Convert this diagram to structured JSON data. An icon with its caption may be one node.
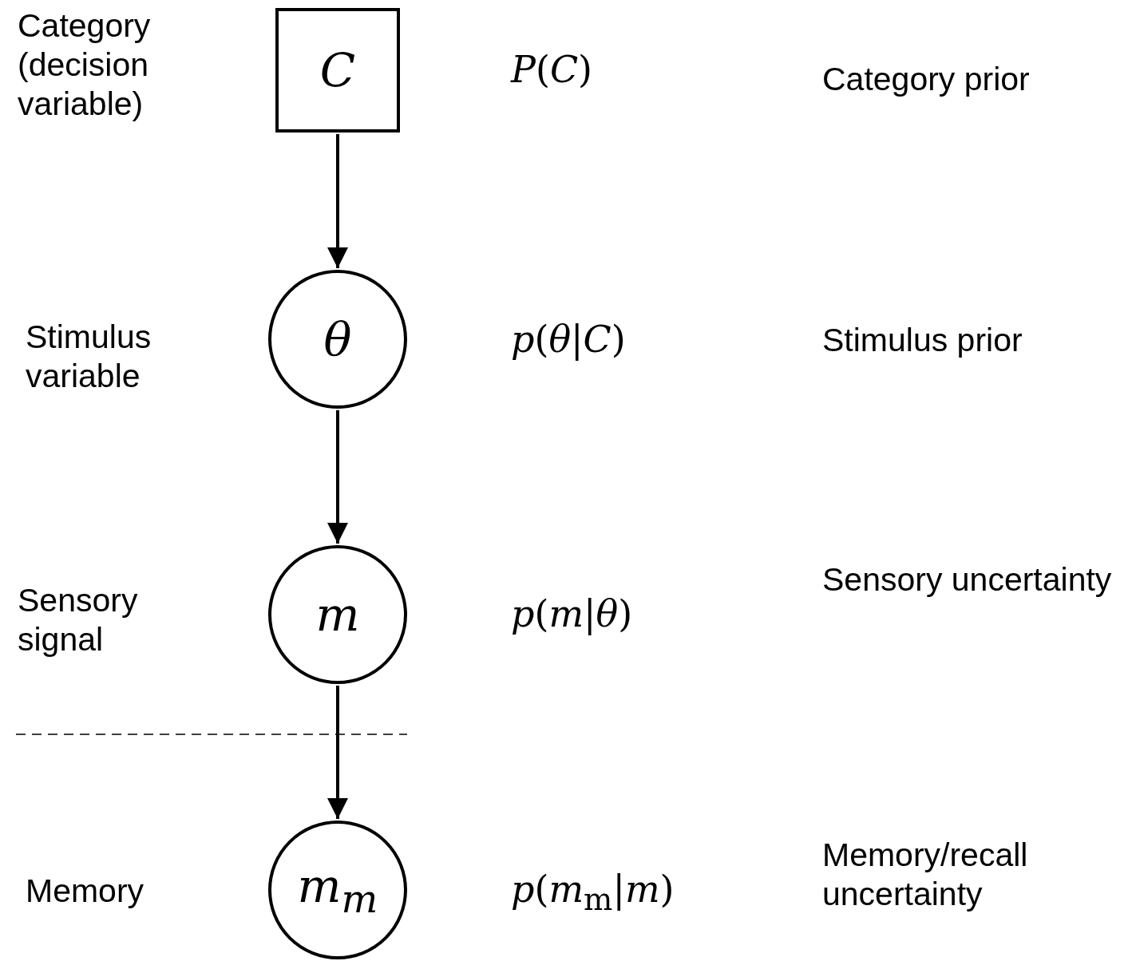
{
  "diagram": {
    "nodes": [
      {
        "text": [
          "C"
        ]
      },
      {
        "text": [
          "θ"
        ]
      },
      {
        "text": [
          "m"
        ]
      },
      {
        "text": [
          "m$_{m}$"
        ]
      }
    ],
    "edges": [
      {
        "from": 0,
        "to": 1,
        "arrow": "to"
      },
      {
        "from": 1,
        "to": 2,
        "arrow": "to"
      },
      {
        "from": 2,
        "to": 3,
        "arrow": "to"
      }
    ],
    "labels": [
      "Category (decision variable)",
      "*P*(*C*)",
      "Category prior",
      "Stimulus variable",
      "*p*(*θ*|*C*)",
      "Stimulus prior",
      "Sensory signal",
      "*p*(*m*|*θ*)",
      "Sensory uncertainty",
      "Memory",
      "*p*(*m*$_{m}$|*m*)",
      "Memory/recall uncertainty"
    ]
  }
}
